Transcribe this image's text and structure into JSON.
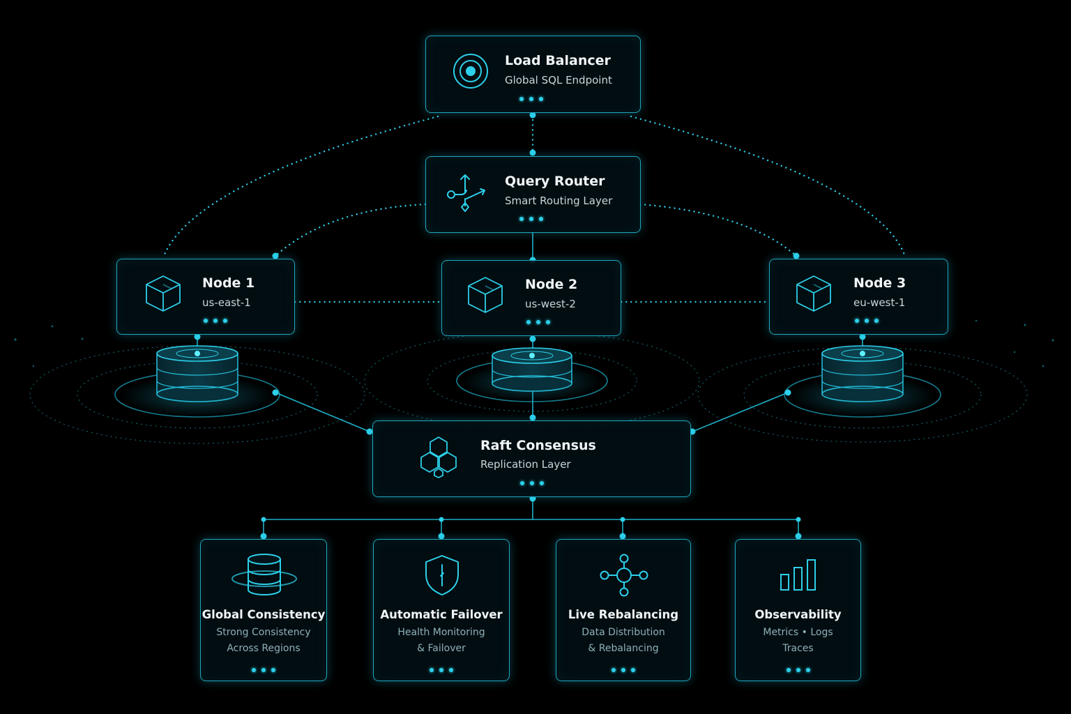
{
  "colors": {
    "accent": "#2dd0ea",
    "border": "#1fa6bd",
    "background": "#000000"
  },
  "load_balancer": {
    "title": "Load Balancer",
    "subtitle": "Global SQL Endpoint",
    "icon": "target-icon"
  },
  "query_router": {
    "title": "Query Router",
    "subtitle": "Smart Routing Layer",
    "icon": "routing-arrows-icon"
  },
  "nodes": [
    {
      "title": "Node 1",
      "region": "us-east-1",
      "icon": "cube-icon"
    },
    {
      "title": "Node 2",
      "region": "us-west-2",
      "icon": "cube-icon"
    },
    {
      "title": "Node 3",
      "region": "eu-west-1",
      "icon": "cube-icon"
    }
  ],
  "raft": {
    "title": "Raft Consensus",
    "subtitle": "Replication Layer",
    "icon": "hexagon-cluster-icon"
  },
  "features": [
    {
      "title": "Global Consistency",
      "line1": "Strong Consistency",
      "line2": "Across Regions",
      "icon": "database-icon"
    },
    {
      "title": "Automatic Failover",
      "line1": "Health Monitoring",
      "line2": "& Failover",
      "icon": "shield-icon"
    },
    {
      "title": "Live Rebalancing",
      "line1": "Data Distribution",
      "line2": "& Rebalancing",
      "icon": "network-hub-icon"
    },
    {
      "title": "Observability",
      "line1": "Metrics • Logs",
      "line2": "Traces",
      "icon": "bar-chart-icon"
    }
  ]
}
